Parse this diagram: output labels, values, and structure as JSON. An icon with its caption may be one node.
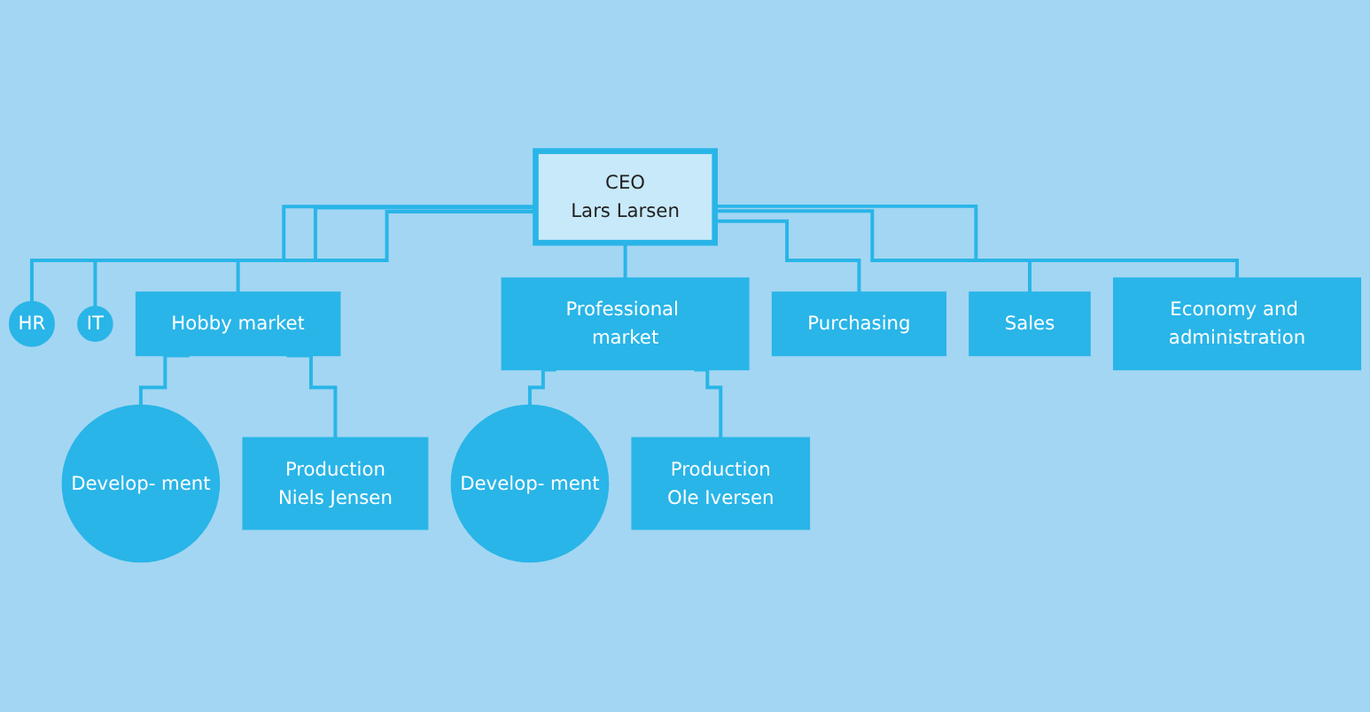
{
  "diagram": {
    "nodes": [
      {
        "text": [
          "CEO",
          "Lars Larsen"
        ]
      },
      {
        "text": [
          "HR"
        ]
      },
      {
        "text": [
          "IT"
        ]
      },
      {
        "text": [
          "Hobby market"
        ]
      },
      {
        "text": [
          "Professional market"
        ]
      },
      {
        "text": [
          "Purchasing"
        ]
      },
      {
        "text": [
          "Sales"
        ]
      },
      {
        "text": [
          "Economy and administration"
        ]
      },
      {
        "text": [
          "Develop- ment"
        ]
      },
      {
        "text": [
          "Develop- ment"
        ]
      },
      {
        "text": [
          "Production",
          "Niels Jensen"
        ]
      },
      {
        "text": [
          "Production",
          "Ole Iversen"
        ]
      }
    ],
    "edges": [
      {
        "from": 0,
        "to": 1,
        "arrow": "none"
      },
      {
        "from": 0,
        "to": 2,
        "arrow": "none"
      },
      {
        "from": 0,
        "to": 3,
        "arrow": "none"
      },
      {
        "from": 0,
        "to": 4,
        "arrow": "none"
      },
      {
        "from": 0,
        "to": 5,
        "arrow": "none"
      },
      {
        "from": 0,
        "to": 6,
        "arrow": "none"
      },
      {
        "from": 0,
        "to": 7,
        "arrow": "none"
      },
      {
        "from": 3,
        "to": 8,
        "arrow": "none"
      },
      {
        "from": 4,
        "to": 9,
        "arrow": "none"
      },
      {
        "from": 3,
        "to": 10,
        "arrow": "none"
      },
      {
        "from": 4,
        "to": 11,
        "arrow": "none"
      }
    ]
  }
}
